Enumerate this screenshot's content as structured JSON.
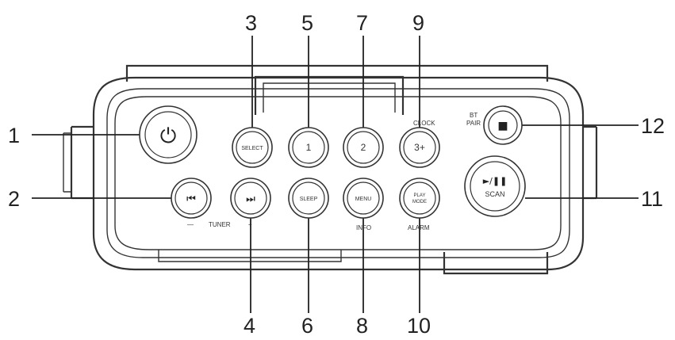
{
  "callouts": {
    "c1": "1",
    "c2": "2",
    "c3": "3",
    "c4": "4",
    "c5": "5",
    "c6": "6",
    "c7": "7",
    "c8": "8",
    "c9": "9",
    "c10": "10",
    "c11": "11",
    "c12": "12"
  },
  "buttons": {
    "select": "SELECT",
    "preset1": "1",
    "preset2": "2",
    "preset3": "3+",
    "sleep": "SLEEP",
    "menu": "MENU",
    "play_mode_line1": "PLAY",
    "play_mode_line2": "MODE",
    "play_pause": "►/❚❚",
    "scan": "SCAN",
    "prev": "⏮",
    "next": "⏭",
    "power": "⏻",
    "stop": "■"
  },
  "labels": {
    "clock": "CLOCK",
    "bt": "BT",
    "pair": "PAIR",
    "minus": "—",
    "tuner": "TUNER",
    "plus": "+",
    "info": "INFO",
    "alarm": "ALARM"
  }
}
